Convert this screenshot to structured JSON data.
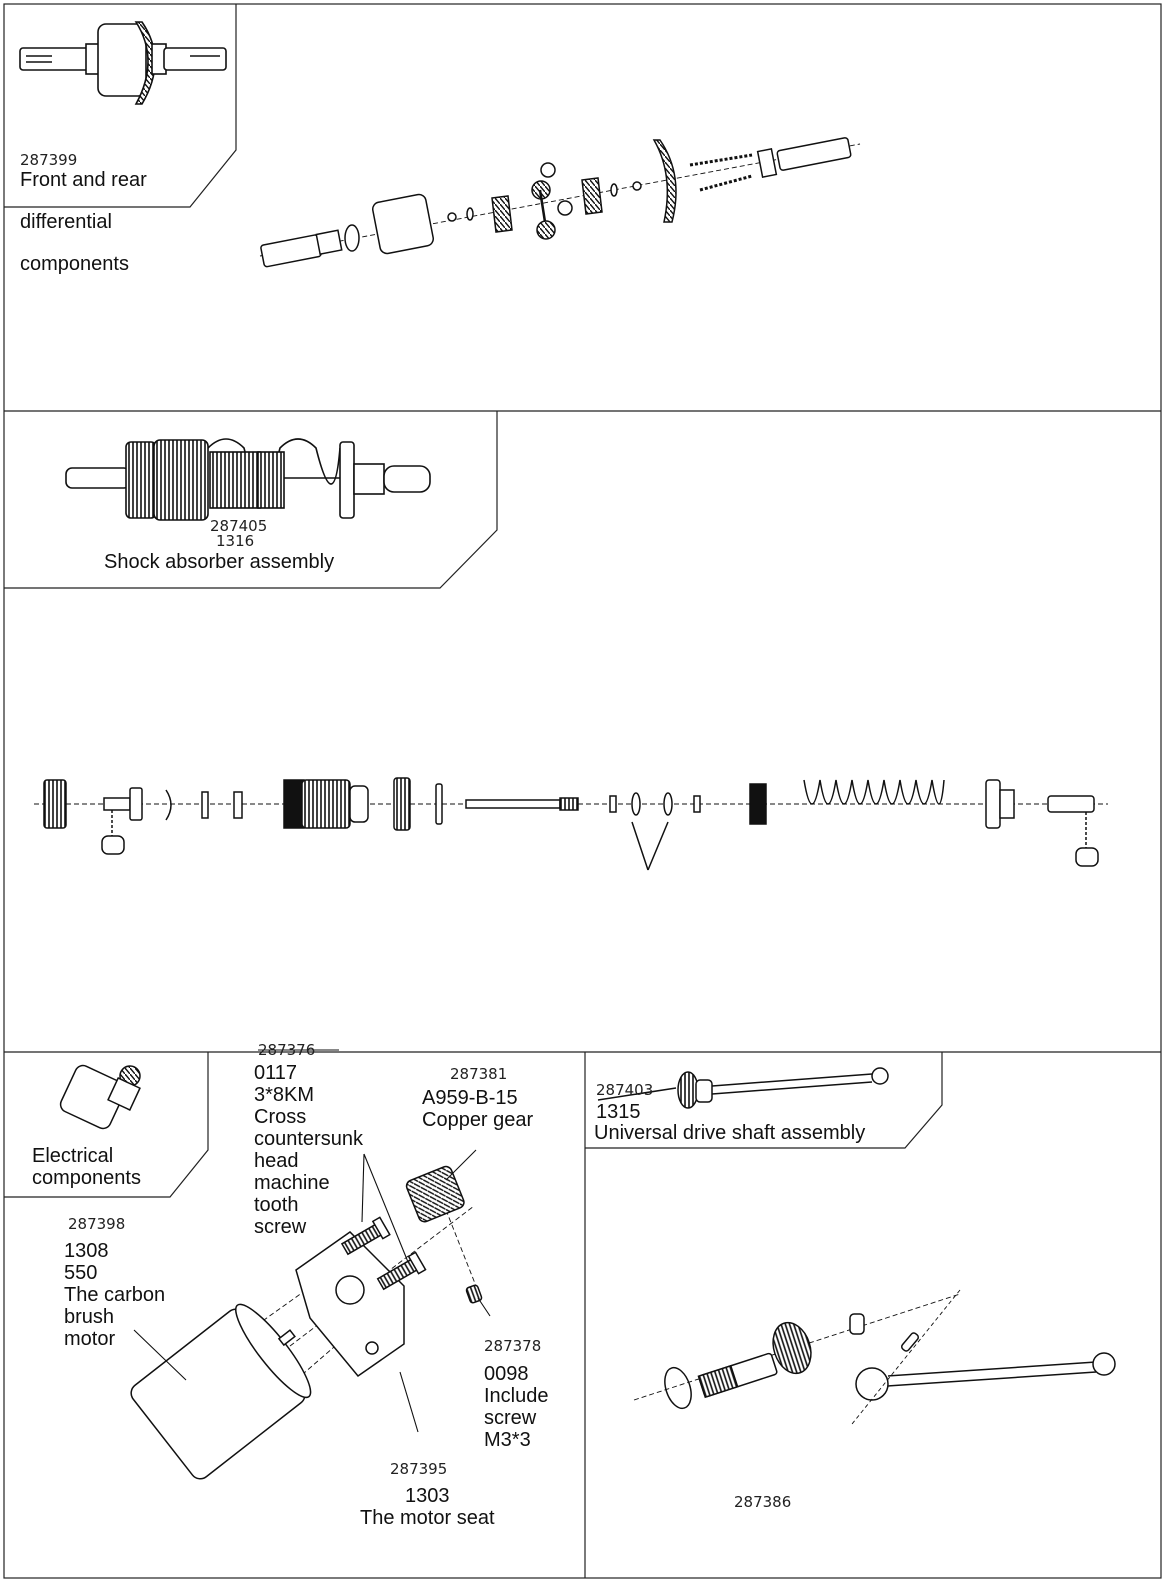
{
  "sections": {
    "differential": {
      "code": "287399",
      "title_lines": [
        "Front and rear",
        "differential",
        "components"
      ]
    },
    "shock": {
      "code": "287405",
      "sub_code": "1316",
      "title": "Shock absorber assembly"
    },
    "electrical": {
      "title_lines": [
        "Electrical",
        "components"
      ],
      "screw": {
        "code": "287376",
        "lines": [
          "0117",
          "3*8KM",
          "Cross",
          "countersunk",
          "head",
          "machine",
          "tooth",
          "screw"
        ]
      },
      "gear": {
        "code": "287381",
        "lines": [
          "A959-B-15",
          "Copper gear"
        ]
      },
      "motor": {
        "code": "287398",
        "lines": [
          "1308",
          "550",
          "The carbon",
          "brush",
          "motor"
        ]
      },
      "setscrew": {
        "code": "287378",
        "lines": [
          "0098",
          "Include",
          "screw",
          "M3*3"
        ]
      },
      "seat": {
        "code": "287395",
        "lines": [
          "1303",
          "The motor seat"
        ]
      }
    },
    "driveshaft": {
      "code": "287403",
      "sub_code": "1315",
      "title": "Universal drive shaft assembly",
      "detail_code": "287386"
    }
  }
}
